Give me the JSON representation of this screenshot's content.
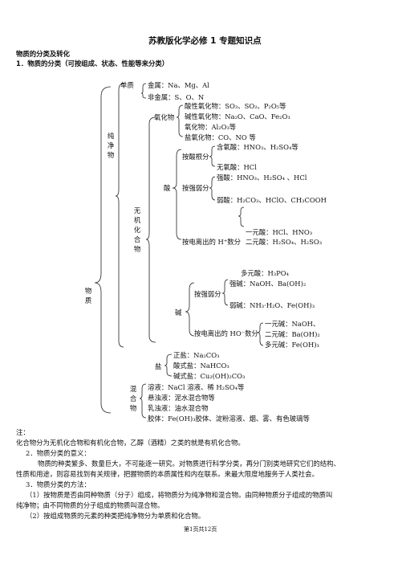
{
  "title": "苏教版化学必修 1 专题知识点",
  "section_heading": "物质的分类及转化",
  "sub_heading": "1．物质的分类（可按组成、状态、性能等来分类）",
  "tree": {
    "root": "物质",
    "pure": "纯净物",
    "simple": "单质",
    "metal": "金属：Na、Mg、Al",
    "nonmetal": "非金属：S、O、N",
    "inorganic": "无机化合物",
    "oxide": "氧化物",
    "acid_oxide": "酸性氧化物：SO₃、SO₂、P₂O₅等",
    "basic_oxide": "碱性氧化物：Na₂O、CaO、Fe₂O₃",
    "amph_oxide": "氧化物：Al₂O₃等",
    "salt_oxide": "盐氧化物：CO、NO 等",
    "acid": "酸",
    "acid_by_root": "按酸根分",
    "oxyacid": "含氧酸：HNO₃、H₂SO₄等",
    "nonoxyacid": "无氧酸：HCl",
    "acid_by_strength": "按强弱分",
    "strong_acid": "强酸：HNO₃、H₂SO₄ 、HCl",
    "weak_acid": "弱酸：H₂CO₃、HClO、CH₃COOH",
    "acid_by_h": "按电离出的 H⁺数分",
    "mono_acid": "一元酸：HCl、HNO₃",
    "di_acid": "二元酸：H₂SO₄、H₂SO₃",
    "poly_acid": "多元酸：H₃PO₄",
    "base": "碱",
    "base_by_strength": "按强弱分",
    "strong_base": "强碱：NaOH、Ba(OH)₂",
    "weak_base": "弱碱：NH₃·H₂O、Fe(OH)₃",
    "base_by_oh": "按电离出的 HO⁻数分",
    "mono_base": "一元碱：NaOH、",
    "di_base": "二元碱：Ba(OH)₂",
    "poly_base": "多元碱：Fe(OH)₃",
    "salt": "盐",
    "normal_salt": "正盐：Na₂CO₃",
    "acid_salt": "酸式盐：NaHCO₃",
    "basic_salt": "碱式盐：Cu₂(OH)₂CO₃",
    "mixture": "混合物",
    "solution": "溶液：NaCl 溶液、稀 H₂SO₄等",
    "suspension": "悬浊液：泥水混合物等",
    "emulsion": "乳浊液：油水混合物",
    "colloid": "胶体：Fe(OH)₃胶体、淀粉溶液、烟、雾、有色玻璃等"
  },
  "notes": {
    "note_label": "注：",
    "note1": "化合物分为无机化合物和有机化合物，乙醇（酒精）之类的就是有机化合物。",
    "p2_heading": "2．物质分类的意义：",
    "p2_line1": "物质的种类繁多、数量巨大，不可能逐一研究。对物质进行科学分类，再分门别类地研究它们的结构、",
    "p2_line2": "性质和用途，则容易找到有关规律，把握物质的本质属性和内在联系。来最大限度地服务于人类社会。",
    "p3_heading": "3．物质分类的方法：",
    "p3_line1": "（1）按物质是否由同种物质（分子）组成，将物质分为纯净物和混合物。由同种物质分子组成的物质叫",
    "p3_line2": "纯净物；由不同物质的分子组成的物质叫混合物。",
    "p3_line3": "（2）按组成物质的元素的种类把纯净物分为单质和化合物。"
  },
  "footer": "第1页共12页"
}
